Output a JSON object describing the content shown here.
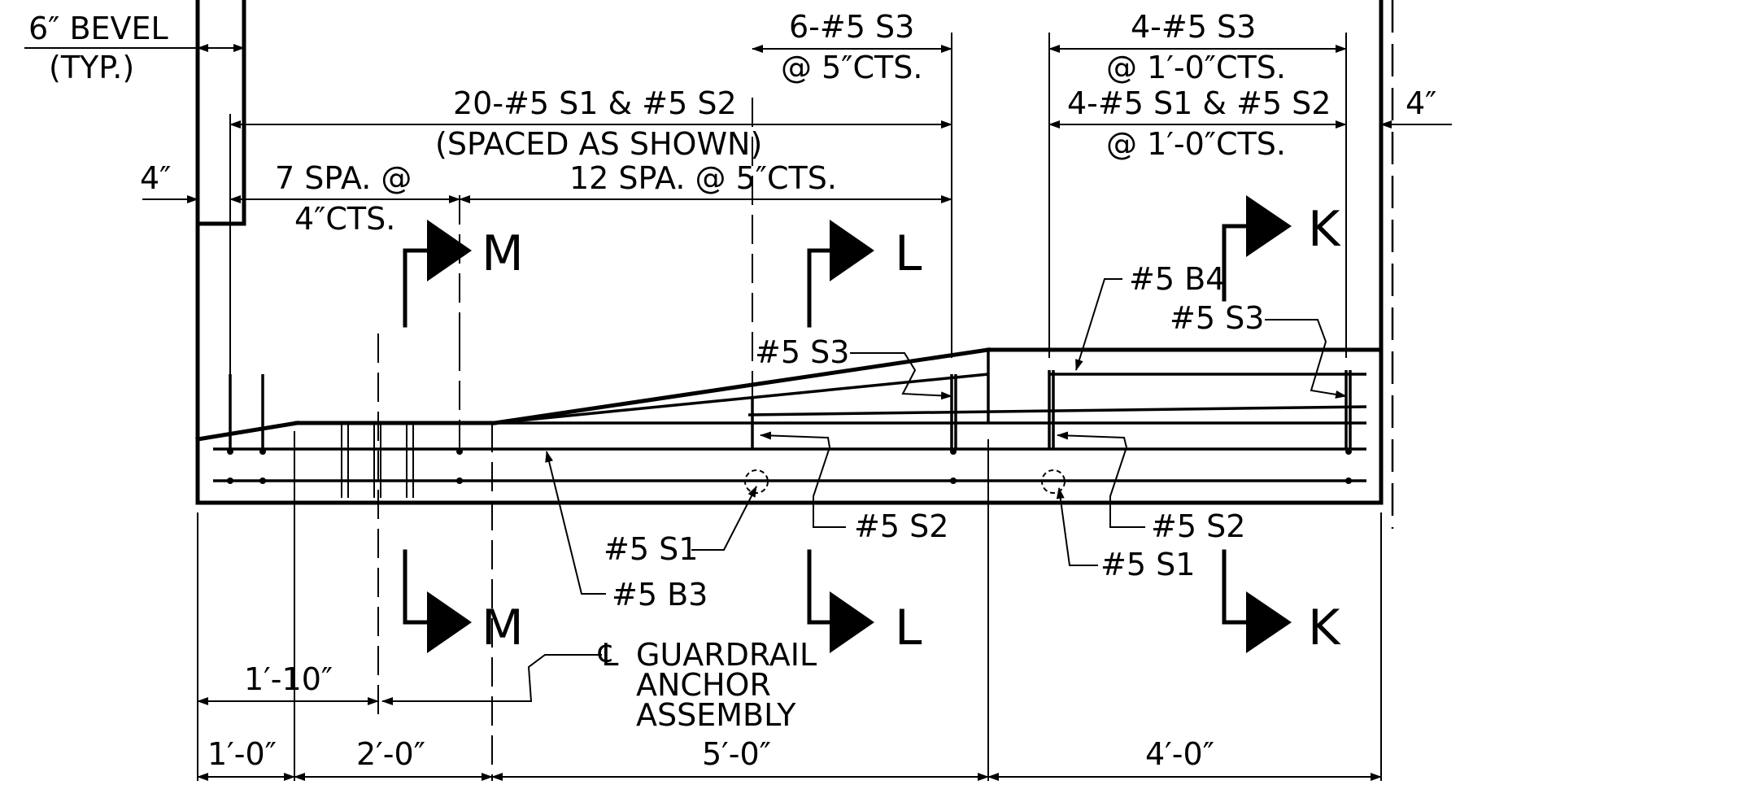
{
  "labels": {
    "bevel": "6″ BEVEL",
    "typ": "(TYP.)",
    "left_4in": "4″",
    "right_4in": "4″",
    "s1s2_20": "20-#5 S1 & #5 S2",
    "spaced": "(SPACED AS SHOWN)",
    "spa7": "7 SPA. @",
    "cts4": "4″CTS.",
    "spa12": "12 SPA. @ 5″CTS.",
    "s3_6": "6-#5 S3",
    "cts5": "@ 5″CTS.",
    "s3_4": "4-#5 S3",
    "cts1ft_a": "@ 1′-0″CTS.",
    "s1s2_4": "4-#5 S1 & #5 S2",
    "cts1ft_b": "@ 1′-0″CTS.",
    "b4": "#5 B4",
    "s3_right": "#5 S3",
    "s3_mid": "#5 S3",
    "s2_mid": "#5 S2",
    "s2_right": "#5 S2",
    "s1_mid": "#5 S1",
    "s1_right": "#5 S1",
    "b3": "#5 B3",
    "cl": "℄",
    "guardrail_1": "GUARDRAIL",
    "guardrail_2": "ANCHOR",
    "guardrail_3": "ASSEMBLY",
    "dim_1_10": "1′-10″",
    "dim_1_0": "1′-0″",
    "dim_2_0": "2′-0″",
    "dim_5_0": "5′-0″",
    "dim_4_0": "4′-0″"
  },
  "sections": {
    "m_top": "M",
    "l_top": "L",
    "k_top": "K",
    "m_bottom": "M",
    "l_bottom": "L",
    "k_bottom": "K"
  }
}
